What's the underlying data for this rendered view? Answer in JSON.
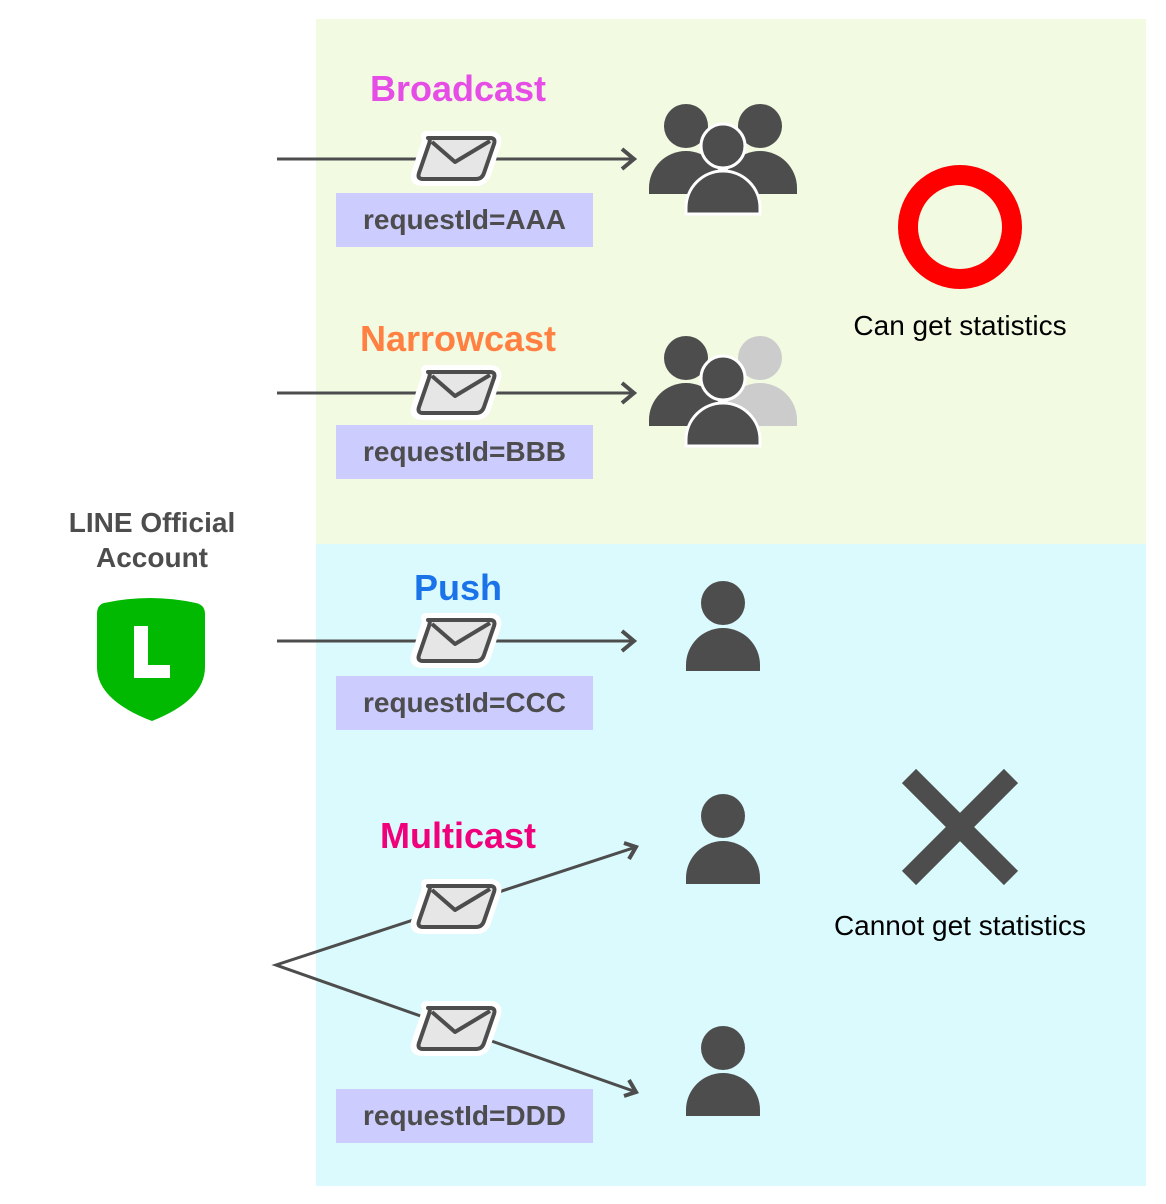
{
  "account": {
    "name_line1": "LINE Official",
    "name_line2": "Account",
    "logo_letter": "L",
    "logo_color": "#00b900"
  },
  "groups": [
    {
      "id": "can",
      "background": "#f2fae2",
      "status_text": "Can get statistics",
      "status_icon": "circle-o-icon",
      "status_color": "#ff0000"
    },
    {
      "id": "cannot",
      "background": "#dbfafd",
      "status_text": "Cannot get statistics",
      "status_icon": "cross-x-icon",
      "status_color": "#4d4d4d"
    }
  ],
  "messages": [
    {
      "type": "Broadcast",
      "color": "#e64ce6",
      "request_id": "requestId=AAA",
      "recipients": "all-users-icon"
    },
    {
      "type": "Narrowcast",
      "color": "#ff8040",
      "request_id": "requestId=BBB",
      "recipients": "partial-users-icon"
    },
    {
      "type": "Push",
      "color": "#1a73e8",
      "request_id": "requestId=CCC",
      "recipients": "single-user-icon"
    },
    {
      "type": "Multicast",
      "color": "#f0007a",
      "request_id": "requestId=DDD",
      "recipients": "two-single-users-icon"
    }
  ]
}
